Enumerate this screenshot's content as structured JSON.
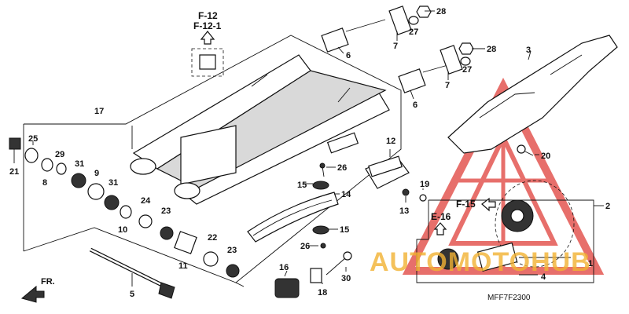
{
  "diagram": {
    "callouts": {
      "c1": "1",
      "c2": "2",
      "c3": "3",
      "c4": "4",
      "c5": "5",
      "c6a": "6",
      "c6b": "6",
      "c7a": "7",
      "c7b": "7",
      "c8": "8",
      "c9": "9",
      "c10": "10",
      "c11": "11",
      "c12": "12",
      "c13": "13",
      "c14": "14",
      "c15a": "15",
      "c15b": "15",
      "c16": "16",
      "c17": "17",
      "c18": "18",
      "c19": "19",
      "c20": "20",
      "c21": "21",
      "c22": "22",
      "c23a": "23",
      "c23b": "23",
      "c24": "24",
      "c25": "25",
      "c26a": "26",
      "c26b": "26",
      "c27a": "27",
      "c27b": "27",
      "c28a": "28",
      "c28b": "28",
      "c29": "29",
      "c30": "30",
      "c31a": "31",
      "c31b": "31"
    },
    "refs": {
      "f12": "F-12",
      "f121": "F-12-1",
      "f15": "F-15",
      "e16": "E-16",
      "front": "FR."
    },
    "code": "MFF7F2300",
    "watermark": "AUTOMOTOHUB",
    "colors": {
      "watermark_red": "#e0403a",
      "watermark_orange": "#f2b233",
      "line": "#111111"
    }
  }
}
